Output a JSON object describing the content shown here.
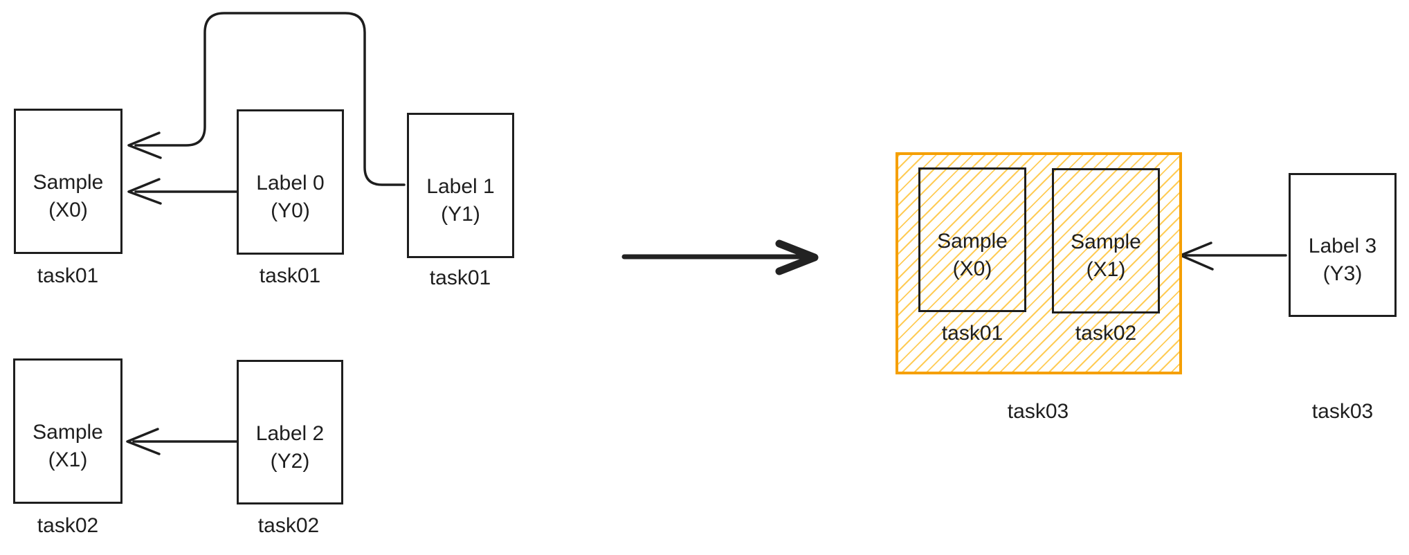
{
  "canvas": {
    "background": "#ffffff",
    "stroke_color": "#1e1e1e",
    "accent_orange": "#f59f00",
    "hatch_color": "#ffc94d"
  },
  "nodes": {
    "sample_x0": {
      "label": "Sample\n(X0)",
      "caption": "task01"
    },
    "label_0": {
      "label": "Label 0\n(Y0)",
      "caption": "task01"
    },
    "label_1": {
      "label": "Label 1\n(Y1)",
      "caption": "task01"
    },
    "sample_x1": {
      "label": "Sample\n(X1)",
      "caption": "task02"
    },
    "label_2": {
      "label": "Label 2\n(Y2)",
      "caption": "task02"
    },
    "label_3": {
      "label": "Label 3\n(Y3)",
      "caption": "task03"
    }
  },
  "group": {
    "caption": "task03",
    "sample_x0": {
      "label": "Sample\n(X0)",
      "caption": "task01"
    },
    "sample_x1": {
      "label": "Sample\n(X1)",
      "caption": "task02"
    }
  },
  "arrows": {
    "label0_to_sample_x0": "Label 0 (Y0) -> Sample (X0)",
    "label1_to_sample_x0": "Label 1 (Y1) -> Sample (X0), routed over the top",
    "label2_to_sample_x1": "Label 2 (Y2) -> Sample (X1)",
    "label3_to_group": "Label 3 (Y3) -> task03 group box",
    "transform": "left groups -> merged task03 group"
  }
}
